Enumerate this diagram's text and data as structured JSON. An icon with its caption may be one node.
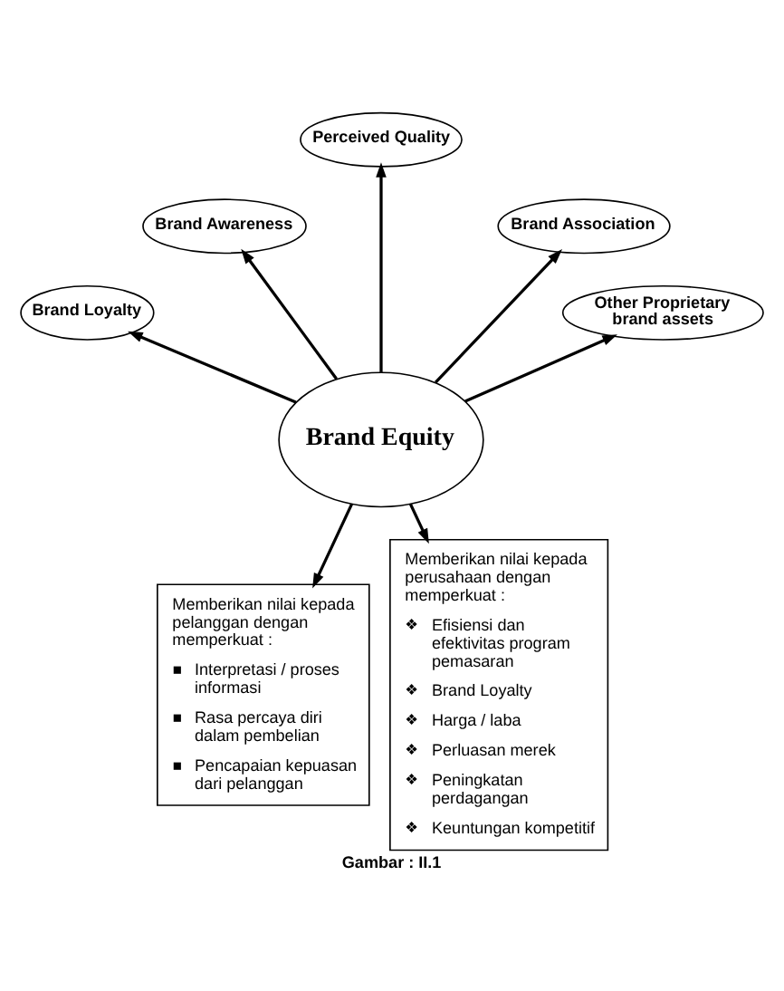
{
  "diagram": {
    "caption": "Gambar : II.1",
    "nodes": [
      {
        "text": [
          "Perceived Quality"
        ]
      },
      {
        "text": [
          "Brand Awareness"
        ]
      },
      {
        "text": [
          "Brand Association"
        ]
      },
      {
        "text": [
          "Brand Loyalty"
        ]
      },
      {
        "text": [
          "Other Proprietary brand assets"
        ]
      },
      {
        "text": [
          "Brand Equity"
        ]
      },
      {
        "text": [
          "Memberikan nilai kepada pelanggan dengan memperkuat :",
          "▪ Interpretasi / proses informasi",
          "▪ Rasa percaya diri dalam pembelian",
          "▪ Pencapaian kepuasan dari pelanggan"
        ]
      },
      {
        "text": [
          "Memberikan nilai kepada perusahaan dengan memperkuat :",
          "❖ Efisiensi dan efektivitas program pemasaran",
          "❖ Brand Loyalty",
          "❖ Harga / laba",
          "❖ Perluasan merek",
          "❖ Peningkatan perdagangan",
          "❖ Keuntungan kompetitif"
        ]
      }
    ],
    "edges": [
      {
        "from": 5,
        "to": 0,
        "arrow": "to"
      },
      {
        "from": 5,
        "to": 1,
        "arrow": "to"
      },
      {
        "from": 5,
        "to": 2,
        "arrow": "to"
      },
      {
        "from": 5,
        "to": 3,
        "arrow": "to"
      },
      {
        "from": 5,
        "to": 4,
        "arrow": "to"
      },
      {
        "from": 5,
        "to": 6,
        "arrow": "to"
      },
      {
        "from": 5,
        "to": 7,
        "arrow": "to"
      }
    ]
  }
}
